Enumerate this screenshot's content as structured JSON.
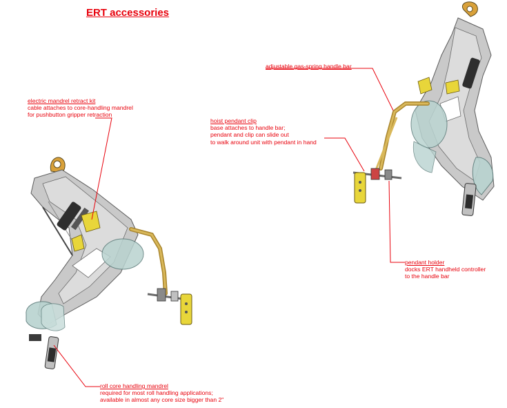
{
  "title": "ERT accessories",
  "colors": {
    "annotation": "#e8000b",
    "frame": "#c9c9c9",
    "frame_edge": "#5a5a5a",
    "handle_bar": "#c9a54a",
    "accessory_yellow": "#e8d63a",
    "guard_blue": "#b9d3d0"
  },
  "callouts": {
    "mandrel_retract": {
      "head": "electric mandrel retract kit",
      "lines": [
        "cable attaches to core-handling mandrel",
        "for pushbutton gripper retraction"
      ]
    },
    "handle_bar": {
      "head": "adjustable gas-spring handle bar",
      "lines": []
    },
    "pendant_clip": {
      "head": "hoist pendant clip",
      "lines": [
        "base attaches to handle bar;",
        "pendant and clip can slide out",
        "to walk around unit with pendant in hand"
      ]
    },
    "pendant_holder": {
      "head": "pendant holder",
      "lines": [
        "docks ERT handheld controller",
        "to the handle bar"
      ]
    },
    "roll_core": {
      "head": "roll core handling mandrel",
      "lines": [
        "required for most roll handling applications;",
        "available in almost any core size bigger than 2\""
      ]
    }
  }
}
